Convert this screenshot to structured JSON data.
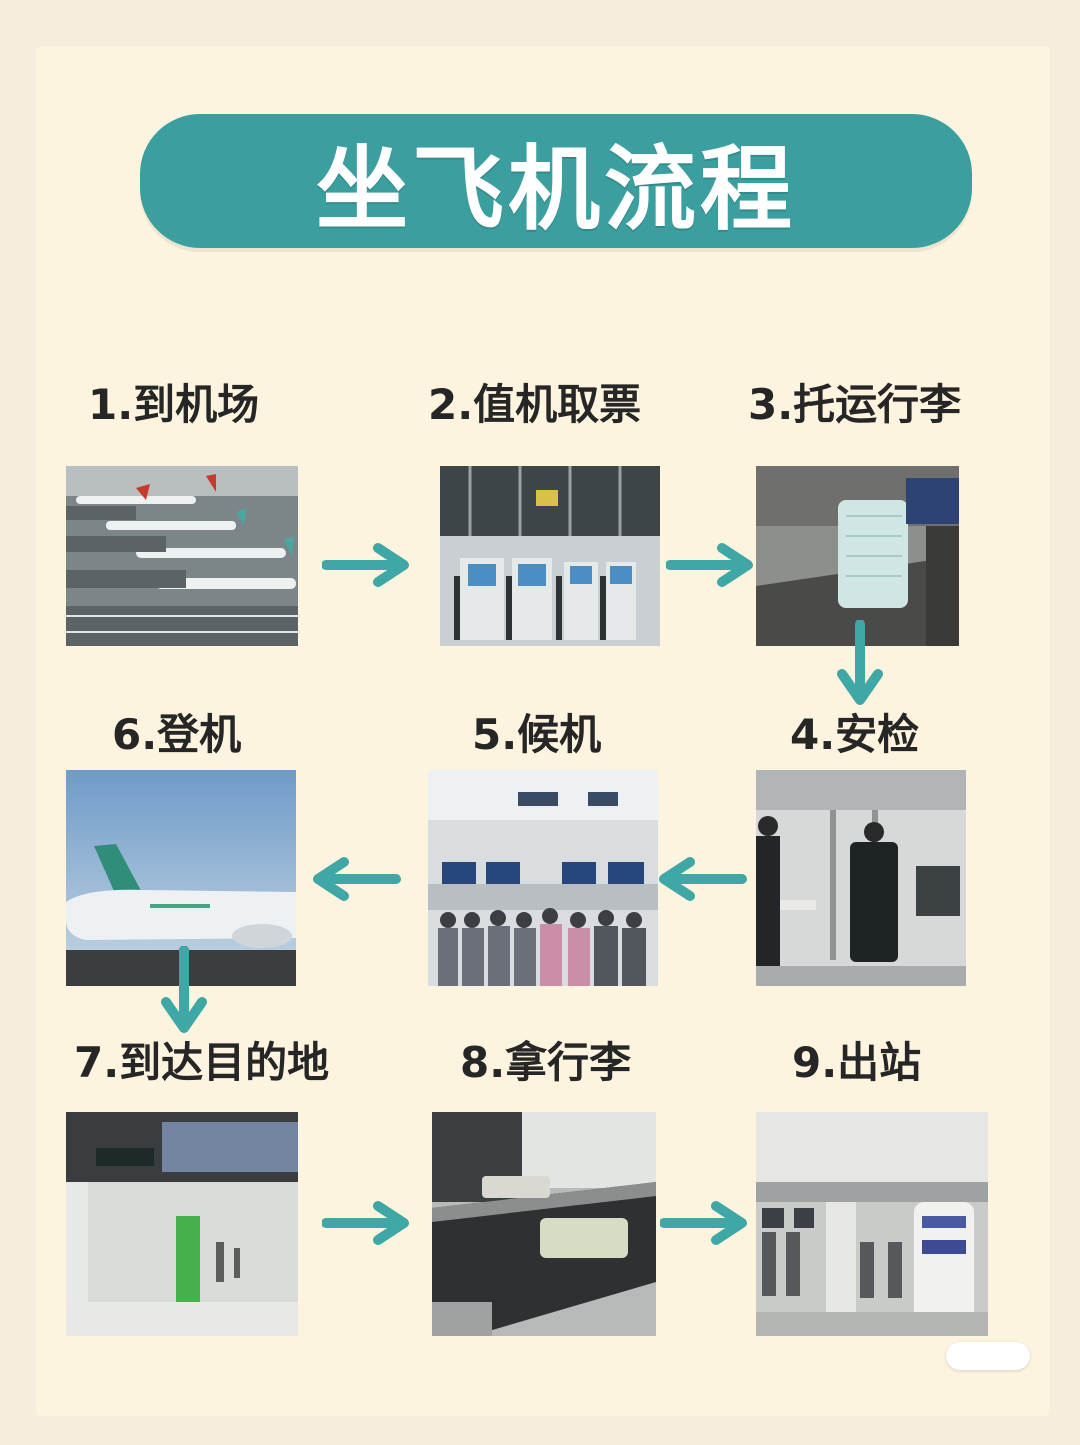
{
  "title": "坐飞机流程",
  "steps": [
    {
      "label": "1.到机场",
      "image": "airport-apron-photo"
    },
    {
      "label": "2.值机取票",
      "image": "self-checkin-kiosk-photo"
    },
    {
      "label": "3.托运行李",
      "image": "baggage-checkin-photo"
    },
    {
      "label": "4.安检",
      "image": "security-check-photo"
    },
    {
      "label": "5.候机",
      "image": "terminal-waiting-photo"
    },
    {
      "label": "6.登机",
      "image": "boarding-plane-photo"
    },
    {
      "label": "7.到达目的地",
      "image": "arrival-hall-photo"
    },
    {
      "label": "8.拿行李",
      "image": "baggage-carousel-photo"
    },
    {
      "label": "9.出站",
      "image": "exit-gate-photo"
    }
  ],
  "colors": {
    "accent": "#3a9f9e",
    "background": "#fcf4df",
    "text": "#262626"
  }
}
